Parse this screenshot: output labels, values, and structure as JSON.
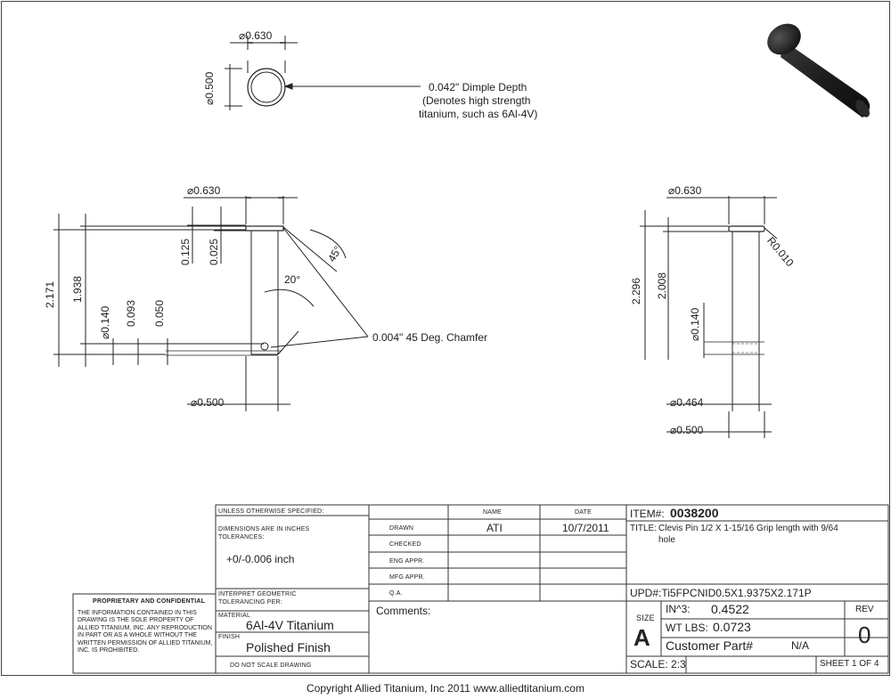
{
  "top_view": {
    "outer_dia": "0.630",
    "inner_dia": "0.500",
    "note_line1": "0.042\" Dimple Depth",
    "note_line2": "(Denotes high strength",
    "note_line3": "titanium, such as 6Al-4V)"
  },
  "side_view": {
    "head_dia": "0.630",
    "head_h1": "0.125",
    "head_h2": "0.025",
    "overall_len": "2.171",
    "grip_len": "1.938",
    "hole_dia": "0.140",
    "hole_off1": "0.093",
    "hole_off2": "0.050",
    "angle_20": "20°",
    "angle_45": "45°",
    "chamfer_note": "0.004\" 45 Deg. Chamfer",
    "shank_dia": "0.500"
  },
  "end_view": {
    "head_dia": "0.630",
    "radius": "R0.010",
    "overall_len": "2.296",
    "len2": "2.008",
    "hole_dia": "0.140",
    "dia_464": "0.464",
    "dia_500": "0.500"
  },
  "title_block": {
    "unless": "UNLESS OTHERWISE SPECIFIED:",
    "dims_line1": "DIMENSIONS ARE IN INCHES",
    "dims_line2": "TOLERANCES:",
    "tolerance": "+0/-0.006 inch",
    "interp_line1": "INTERPRET GEOMETRIC",
    "interp_line2": "TOLERANCING PER:",
    "material_label": "MATERIAL",
    "material": "6Al-4V Titanium",
    "finish_label": "FINISH",
    "finish": "Polished Finish",
    "do_not_scale": "DO NOT SCALE DRAWING",
    "name_header": "NAME",
    "date_header": "DATE",
    "drawn_label": "DRAWN",
    "drawn_name": "ATI",
    "drawn_date": "10/7/2011",
    "checked_label": "CHECKED",
    "eng_label": "ENG APPR.",
    "mfg_label": "MFG APPR.",
    "qa_label": "Q.A.",
    "comments_label": "Comments:",
    "item_label": "ITEM#:",
    "item_value": "0038200",
    "title_label": "TITLE:",
    "title_line1": "Clevis Pin 1/2 X 1-15/16 Grip length with 9/64",
    "title_line2": "hole",
    "upd": "UPD#:Ti5FPCNID0.5X1.9375X2.171P",
    "size_label": "SIZE",
    "size_value": "A",
    "in3_label": "IN^3:",
    "in3_value": "0.4522",
    "wt_label": "WT LBS:",
    "wt_value": "0.0723",
    "cust_label": "Customer Part#",
    "cust_value": "N/A",
    "rev_label": "REV",
    "rev_value": "0",
    "scale": "SCALE: 2:3",
    "sheet": "SHEET 1 OF 4",
    "prop_title": "PROPRIETARY AND CONFIDENTIAL",
    "prop_text": "THE INFORMATION CONTAINED IN THIS DRAWING IS THE SOLE PROPERTY OF ALLIED TITANIUM, INC. ANY REPRODUCTION IN PART OR AS A WHOLE WITHOUT THE WRITTEN PERMISSION OF ALLIED TITANIUM, INC. IS PROHIBITED."
  },
  "footer": "Copyright Allied Titanium, Inc 2011 www.alliedtitanium.com"
}
